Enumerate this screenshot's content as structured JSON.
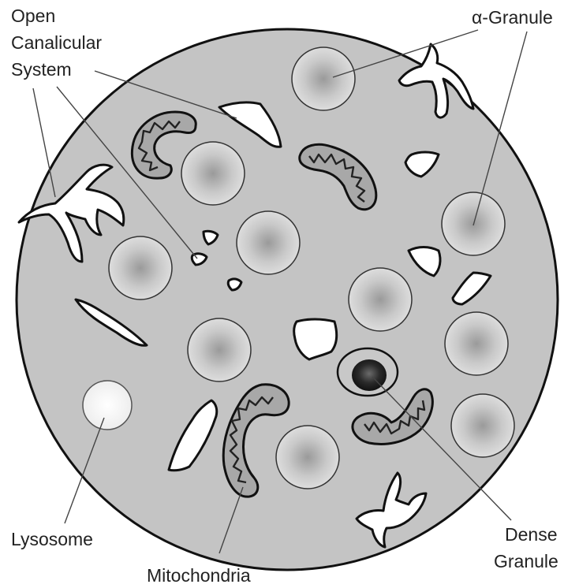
{
  "labels": {
    "open_canalicular_line1": "Open",
    "open_canalicular_line2": "Canalicular",
    "open_canalicular_line3": "System",
    "alpha_granule": "α-Granule",
    "lysosome": "Lysosome",
    "mitochondria": "Mitochondria",
    "dense_line1": "Dense",
    "dense_line2": "Granule"
  },
  "colors": {
    "cytoplasm": "#c4c4c4",
    "outline": "#111111",
    "granule_center": "#9a9a9a",
    "granule_edge": "#dcdcdc",
    "dense_core": "#1e1e1e",
    "lysosome": "#f7f7f7",
    "mito_fill": "#a8a8a8",
    "canal": "#ffffff"
  }
}
